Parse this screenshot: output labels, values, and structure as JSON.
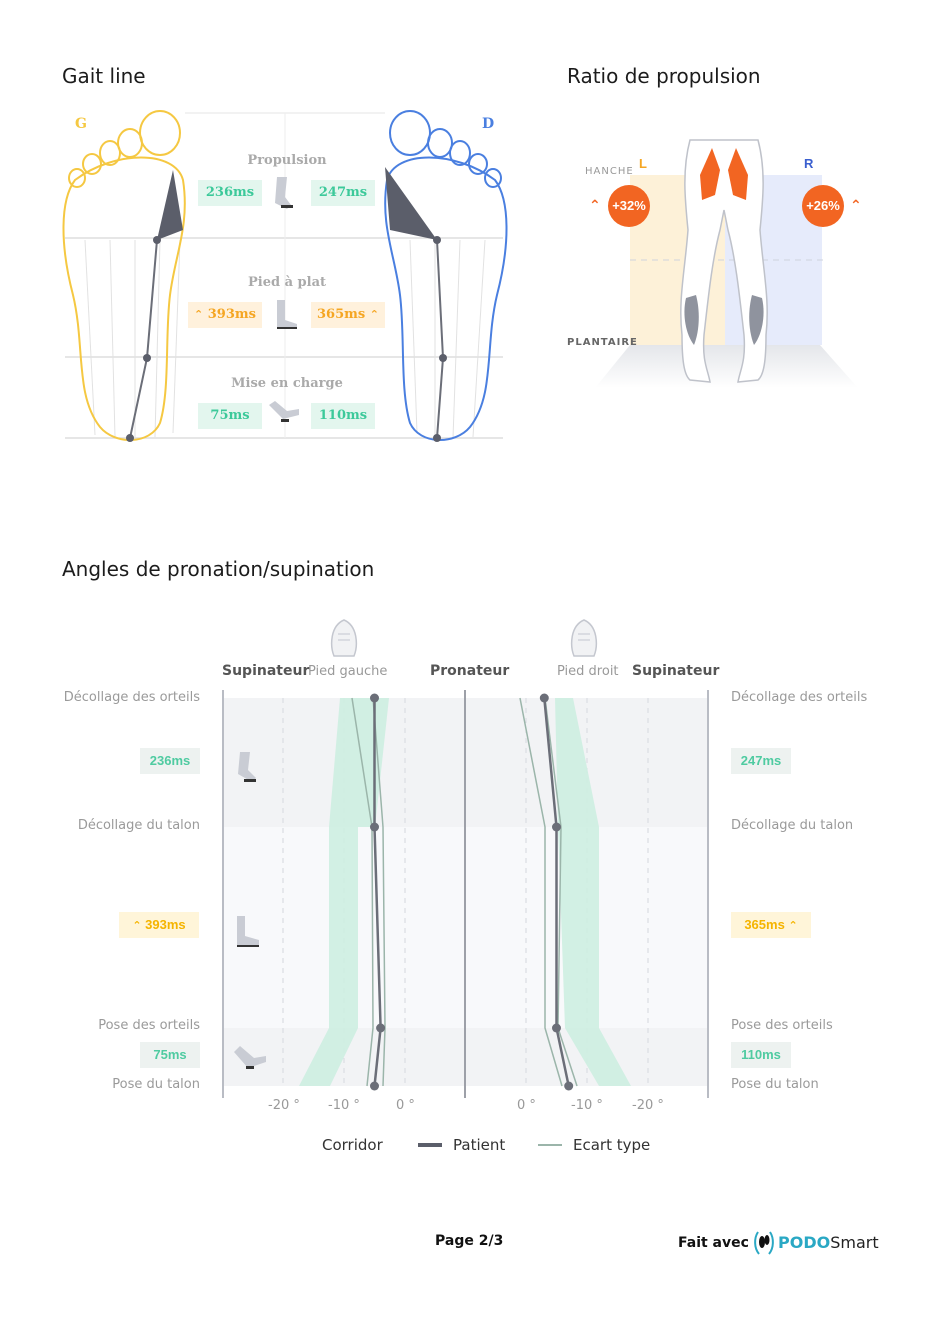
{
  "gait_line": {
    "title": "Gait line",
    "left_label": "G",
    "right_label": "D",
    "phases": [
      {
        "name": "Propulsion",
        "left": "236ms",
        "right": "247ms",
        "left_status": "normal",
        "right_status": "normal"
      },
      {
        "name": "Pied à plat",
        "left": "393ms",
        "right": "365ms",
        "left_status": "high",
        "right_status": "high"
      },
      {
        "name": "Mise en charge",
        "left": "75ms",
        "right": "110ms",
        "left_status": "normal",
        "right_status": "normal"
      }
    ]
  },
  "propulsion_ratio": {
    "title": "Ratio de propulsion",
    "hanche_label": "HANCHE",
    "plantaire_label": "PLANTAIRE",
    "left_label": "L",
    "right_label": "R",
    "left_value": "+32%",
    "right_value": "+26%"
  },
  "angles": {
    "title": "Angles de pronation/supination",
    "headers": {
      "left_supinateur": "Supinateur",
      "left_foot": "Pied gauche",
      "pronateur": "Pronateur",
      "right_foot": "Pied droit",
      "right_supinateur": "Supinateur"
    },
    "left_phase_labels": [
      "Décollage des orteils",
      "Décollage du talon",
      "Pose des orteils",
      "Pose du talon"
    ],
    "right_phase_labels": [
      "Décollage des orteils",
      "Décollage du talon",
      "Pose des orteils",
      "Pose du talon"
    ],
    "left_durations": [
      "236ms",
      "393ms",
      "75ms"
    ],
    "right_durations": [
      "247ms",
      "365ms",
      "110ms"
    ],
    "left_ticks": [
      "-20 °",
      "-10 °",
      "0 °"
    ],
    "right_ticks": [
      "0 °",
      "-10 °",
      "-20 °"
    ],
    "legend": {
      "corridor": "Corridor",
      "patient": "Patient",
      "ecart": "Ecart type"
    }
  },
  "chart_data": {
    "type": "line",
    "series": [
      {
        "name": "Pied gauche",
        "x": [
          -5,
          -5,
          -4,
          -5
        ],
        "y": [
          "Décollage des orteils",
          "Décollage du talon",
          "Pose des orteils",
          "Pose du talon"
        ]
      },
      {
        "name": "Pied droit",
        "x": [
          -3,
          -5,
          -5,
          -7
        ],
        "y": [
          "Décollage des orteils",
          "Décollage du talon",
          "Pose des orteils",
          "Pose du talon"
        ]
      }
    ]
  },
  "footer": {
    "page": "Page 2/3",
    "made_with": "Fait avec",
    "brand_a": "PODO",
    "brand_b": "Smart"
  },
  "colors": {
    "left_foot": "#f5c842",
    "right_foot": "#4a7fe0",
    "accent_orange": "#f26522",
    "corridor": "#cdeee1",
    "patient": "#6b6e78"
  }
}
